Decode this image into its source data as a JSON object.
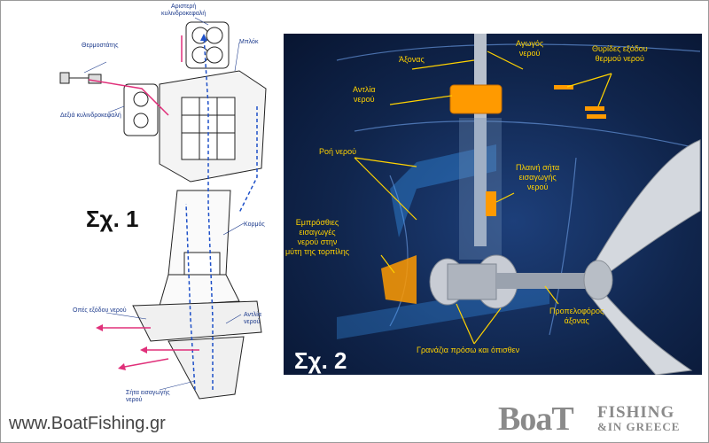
{
  "left": {
    "fig_label": "Σχ. 1",
    "labels": {
      "left_head": "Αριστερή\nκυλινδροκεφαλή",
      "block": "Μπλόκ",
      "thermostat": "Θερμοστάτης",
      "right_head": "Δεξιά κυλινδροκεφαλή",
      "body": "Κορμός",
      "outlet": "Οπές εξόδου νερού",
      "pump": "Αντλία\nνερού",
      "intake": "Σήτα εισαγωγής\nνερού"
    }
  },
  "right": {
    "fig_label": "Σχ. 2",
    "labels": {
      "shaft": "Άξονας",
      "drive_shaft": "Αγωγός\nνερού",
      "thermal_ports": "Θυρίδες εξόδου\nθερμού νερού",
      "pump": "Αντλία\nνερού",
      "flow": "Ροή νερού",
      "side_intake": "Πλαινή σήτα\nεισαγωγής\nνερού",
      "front_intake": "Εμπρόσθιες\nεισαγωγές\nνερού στην\nμύτη της τορπίλης",
      "prop_shaft": "Προπελοφόρος\nάξονας",
      "gears": "Γρανάζια πρόσω και όπισθεν"
    }
  },
  "footer": {
    "website": "www.BoatFishing.gr",
    "brand_main": "BoaT",
    "brand_fishing": "FISHING",
    "brand_ingreece": "&IN GREECE"
  },
  "colors": {
    "label_blue": "#1c3a8c",
    "label_yellow": "#ffd200",
    "flow_pink": "#e0307a",
    "flow_blue": "#1e50c8",
    "panel_bg": "#10254c"
  }
}
